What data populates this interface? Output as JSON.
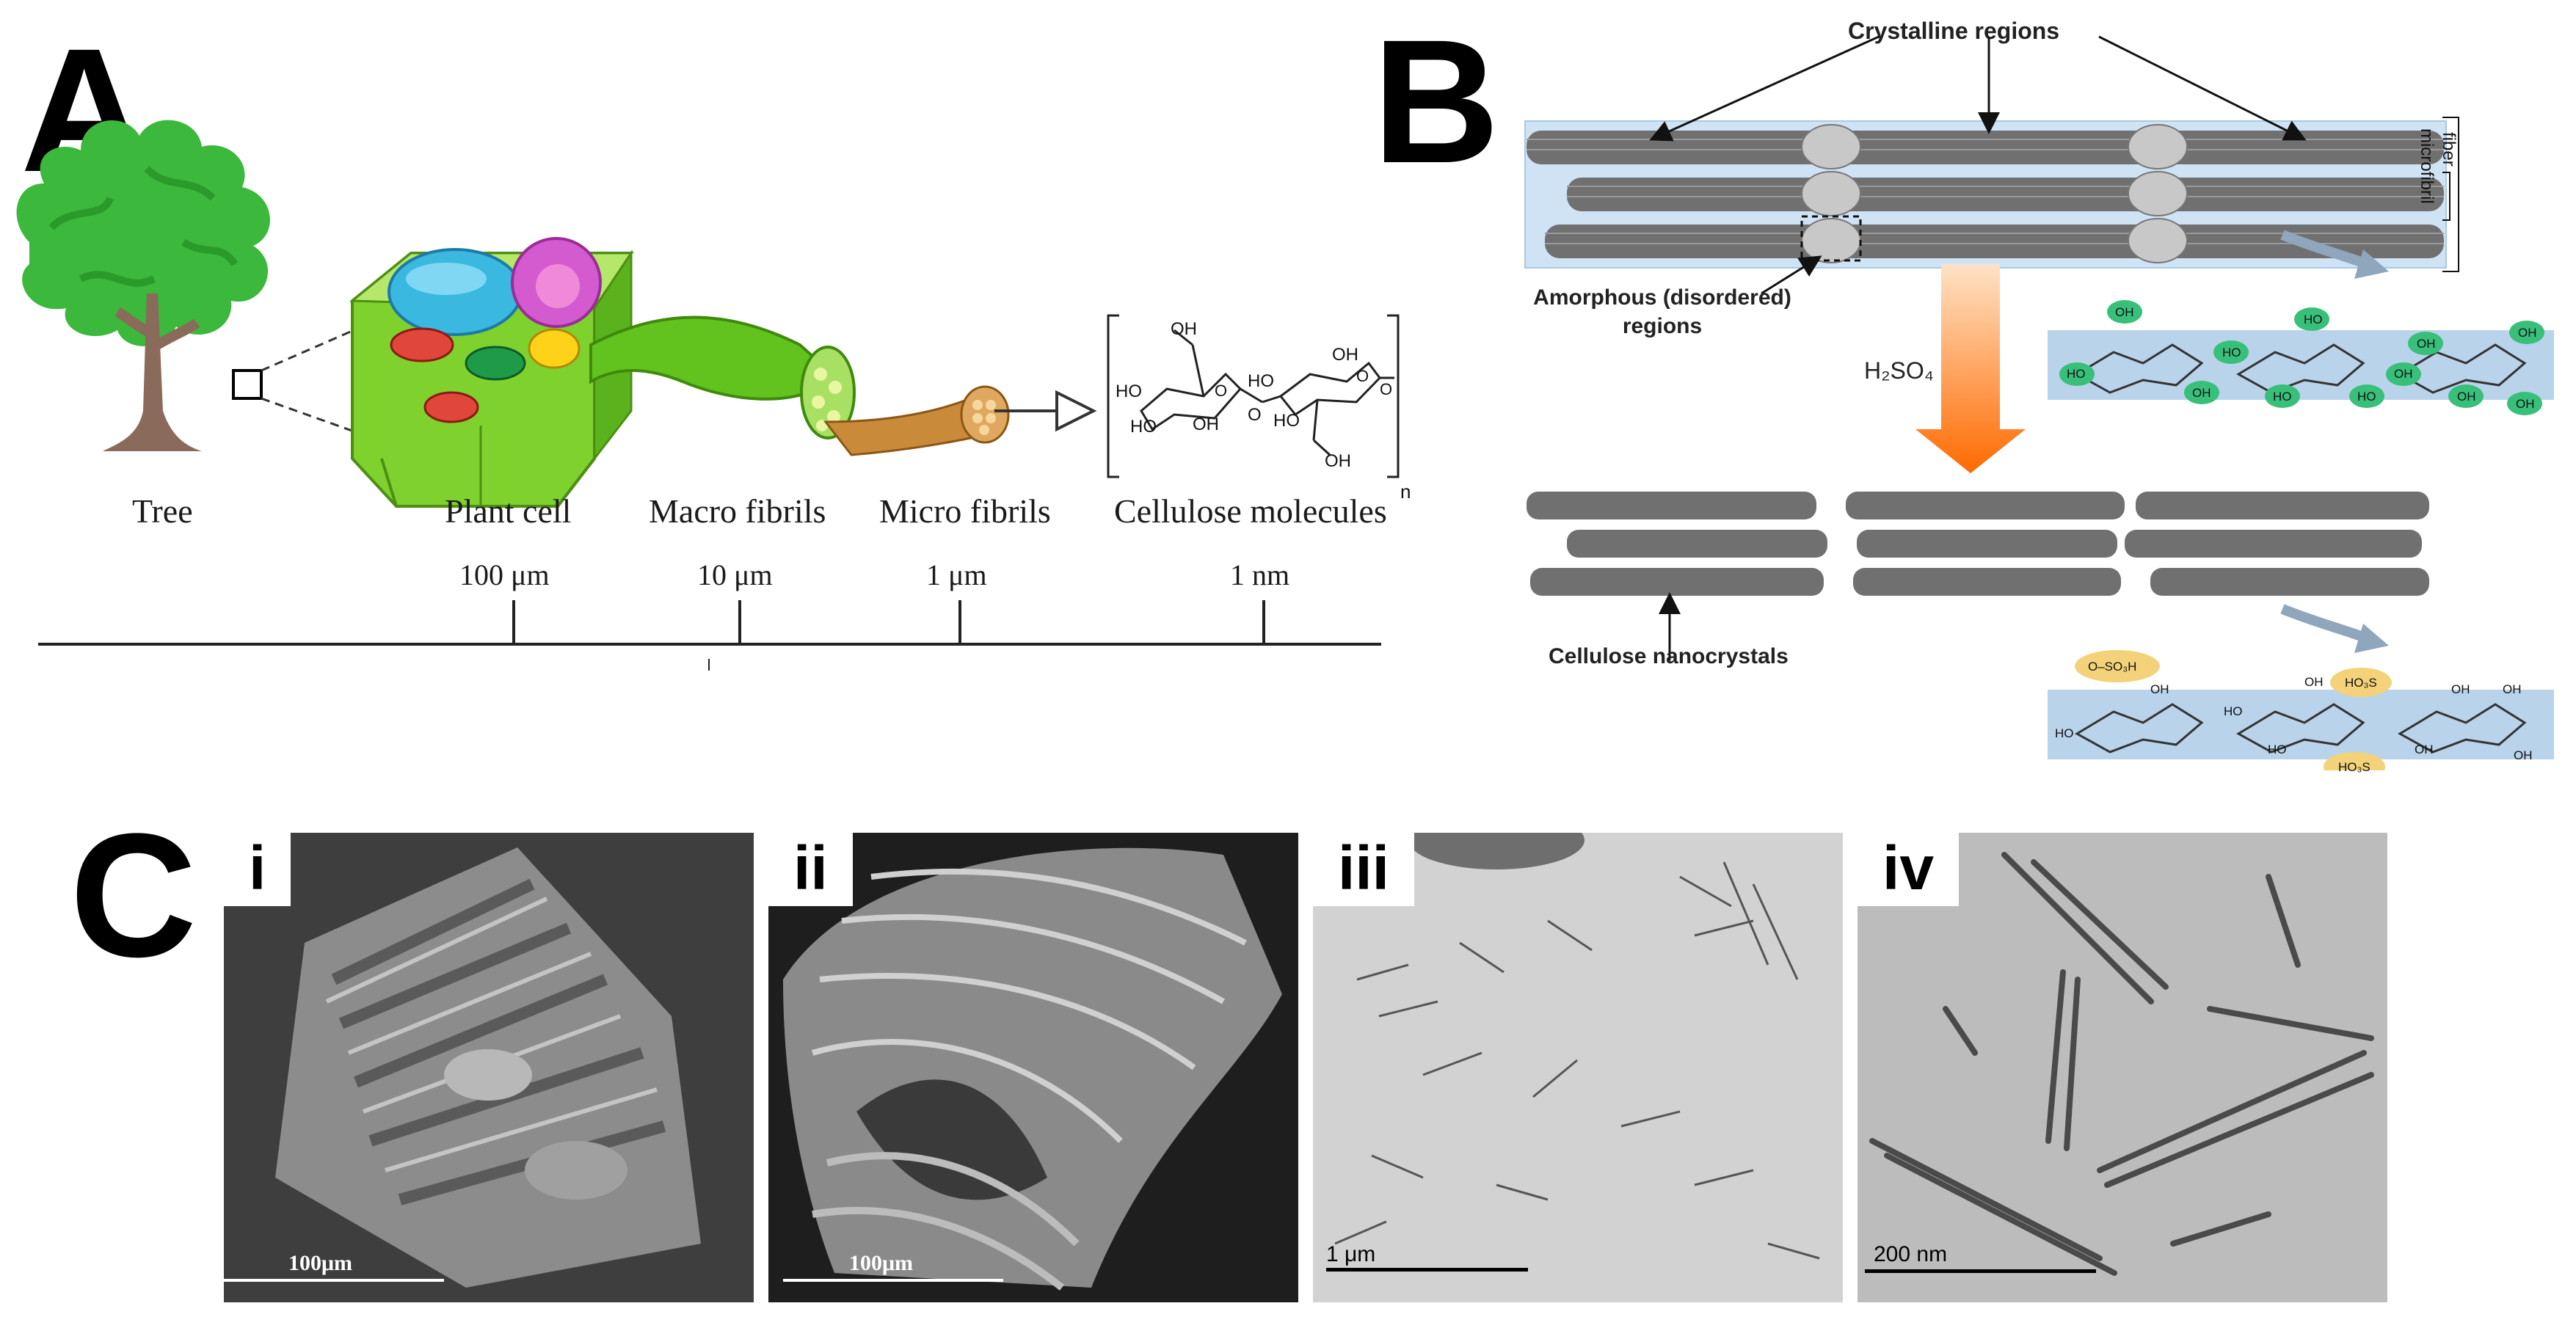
{
  "panels": {
    "a": {
      "letter": "A",
      "stages": [
        "Tree",
        "Plant cell",
        "Macro fibrils",
        "Micro fibrils",
        "Cellulose molecules"
      ],
      "scales": [
        "100 μm",
        "10 μm",
        "1 μm",
        "1 nm"
      ],
      "molecule": {
        "groups": [
          "OH",
          "HO",
          "HO",
          "OH",
          "HO",
          "HO",
          "OH",
          "OH",
          "O",
          "O",
          "O",
          "O"
        ],
        "subscript": "n"
      }
    },
    "b": {
      "letter": "B",
      "crystalline_label": "Crystalline regions",
      "amorphous_label": "Amorphous (disordered) regions",
      "fiber_label": "fiber",
      "microfibril_label": "microfibril",
      "acid_label": "H₂SO₄",
      "nanocrystal_label": "Cellulose nanocrystals",
      "top_chain_groups": [
        "OH",
        "HO",
        "HO",
        "OH",
        "HO",
        "HO",
        "OH",
        "HO",
        "OH",
        "OH",
        "OH",
        "OH"
      ],
      "bottom_chain_groups": [
        "O–SO₃H",
        "HO",
        "HO",
        "OH",
        "HO",
        "HO₃S",
        "OH",
        "OH",
        "OH",
        "OH",
        "HO₃S",
        "OH"
      ]
    },
    "c": {
      "letter": "C",
      "images": [
        {
          "numeral": "i",
          "scale": "100μm"
        },
        {
          "numeral": "ii",
          "scale": "100μm"
        },
        {
          "numeral": "iii",
          "scale": "1 μm"
        },
        {
          "numeral": "iv",
          "scale": "200 nm"
        }
      ]
    }
  },
  "colors": {
    "leaf": "#3cb83c",
    "trunk": "#8a6a5a",
    "fibril": "#62c21e",
    "microfibril": "#c98a3a",
    "fiber_band": "#cfe3f5",
    "acid_arrow": "#ff7a1a",
    "oh_badge": "#38c07a",
    "so3h_badge": "#f3d27a",
    "chain_band": "#b9d3ea"
  }
}
